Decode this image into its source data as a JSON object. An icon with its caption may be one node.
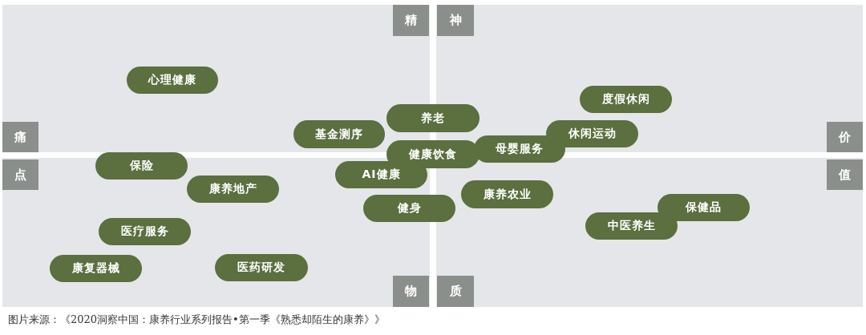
{
  "diagram": {
    "caption": "图片来源：《2020洞察中国：康养行业系列报告•第一季《熟悉却陌生的康养》》",
    "nodes": [
      {
        "text": [
          "精"
        ]
      },
      {
        "text": [
          "神"
        ]
      },
      {
        "text": [
          "心理健康"
        ]
      },
      {
        "text": [
          "度假休闲"
        ]
      },
      {
        "text": [
          "养老"
        ]
      },
      {
        "text": [
          "基金测序"
        ]
      },
      {
        "text": [
          "休闲运动"
        ]
      },
      {
        "text": [
          "痛"
        ]
      },
      {
        "text": [
          "价"
        ]
      },
      {
        "text": [
          "母婴服务"
        ]
      },
      {
        "text": [
          "健康饮食"
        ]
      },
      {
        "text": [
          "保险"
        ]
      },
      {
        "text": [
          "点"
        ]
      },
      {
        "text": [
          "值"
        ]
      },
      {
        "text": [
          "AI健康"
        ]
      },
      {
        "text": [
          "康养地产"
        ]
      },
      {
        "text": [
          "康养农业"
        ]
      },
      {
        "text": [
          "保健品"
        ]
      },
      {
        "text": [
          "健身"
        ]
      },
      {
        "text": [
          "中医养生"
        ]
      },
      {
        "text": [
          "医疗服务"
        ]
      },
      {
        "text": [
          "医药研发"
        ]
      },
      {
        "text": [
          "康复器械"
        ]
      },
      {
        "text": [
          "物"
        ]
      },
      {
        "text": [
          "质"
        ]
      }
    ],
    "edges": []
  }
}
